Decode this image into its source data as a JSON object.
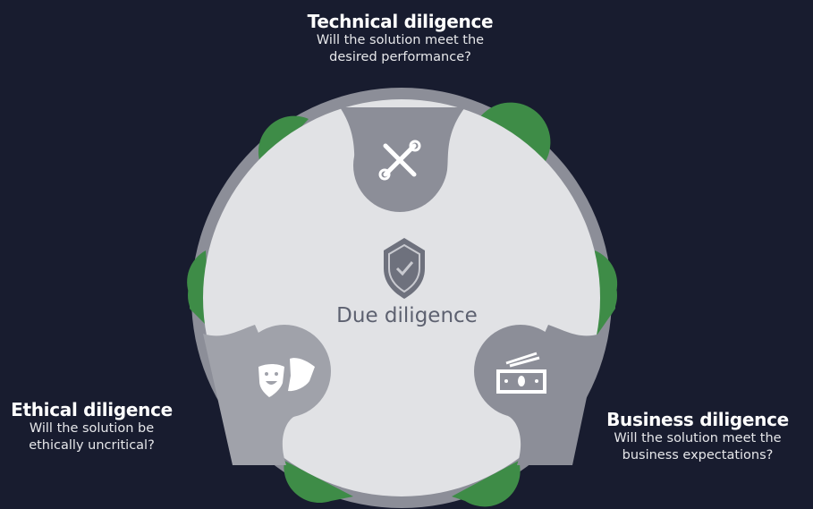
{
  "center": {
    "title": "Due diligence",
    "icon": "shield-check-icon"
  },
  "segments": [
    {
      "id": "technical",
      "title": "Technical diligence",
      "question_line1": "Will the solution meet the",
      "question_line2": "desired performance?",
      "icon": "tools-icon"
    },
    {
      "id": "ethical",
      "title": "Ethical diligence",
      "question_line1": "Will the solution be",
      "question_line2": "ethically uncritical?",
      "icon": "theater-masks-icon"
    },
    {
      "id": "business",
      "title": "Business diligence",
      "question_line1": "Will the solution meet the",
      "question_line2": "business expectations?",
      "icon": "money-bills-icon"
    }
  ],
  "colors": {
    "background": "#181c2f",
    "ring": "#8c8e98",
    "inner": "#e1e2e5",
    "accent": "#3e8c47"
  }
}
